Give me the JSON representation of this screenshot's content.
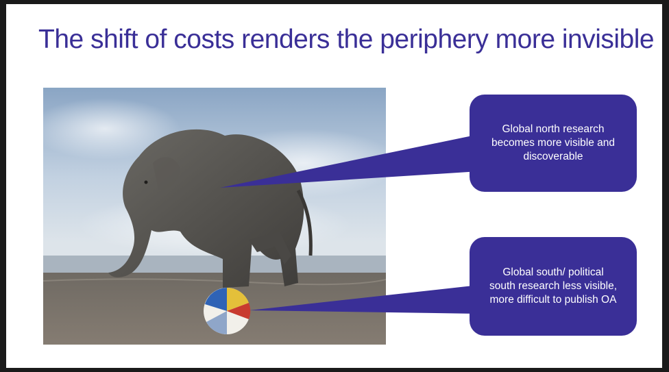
{
  "slide": {
    "title": "The shift of costs renders the periphery more invisible",
    "callouts": [
      {
        "text": "Global north research becomes more visible and discoverable"
      },
      {
        "text": "Global south/ political south research less visible, more difficult to publish OA"
      }
    ],
    "image": {
      "subject": "elephant balancing on a beach ball"
    }
  },
  "colors": {
    "accent": "#3a2f97",
    "background": "#ffffff",
    "frame": "#1a1a1a"
  }
}
